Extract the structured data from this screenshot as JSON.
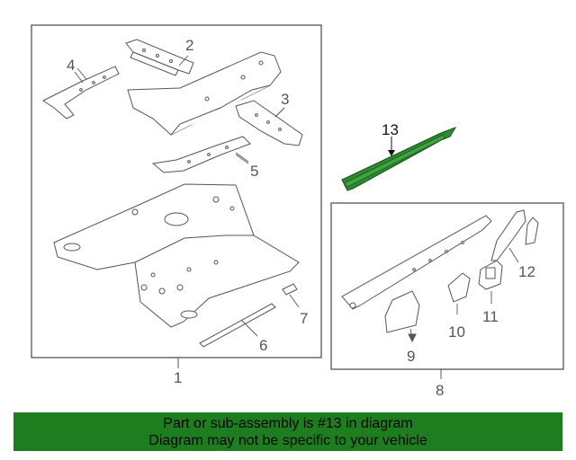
{
  "diagram": {
    "callouts": [
      "1",
      "2",
      "3",
      "4",
      "5",
      "6",
      "7",
      "8",
      "9",
      "10",
      "11",
      "12",
      "13"
    ],
    "highlight_color": "#2e8b2e",
    "line_color": "#555555"
  },
  "banner": {
    "line1": "Part or sub-assembly is #13 in diagram",
    "line2": "Diagram may not be specific to your vehicle",
    "background": "#1e7d1e"
  }
}
